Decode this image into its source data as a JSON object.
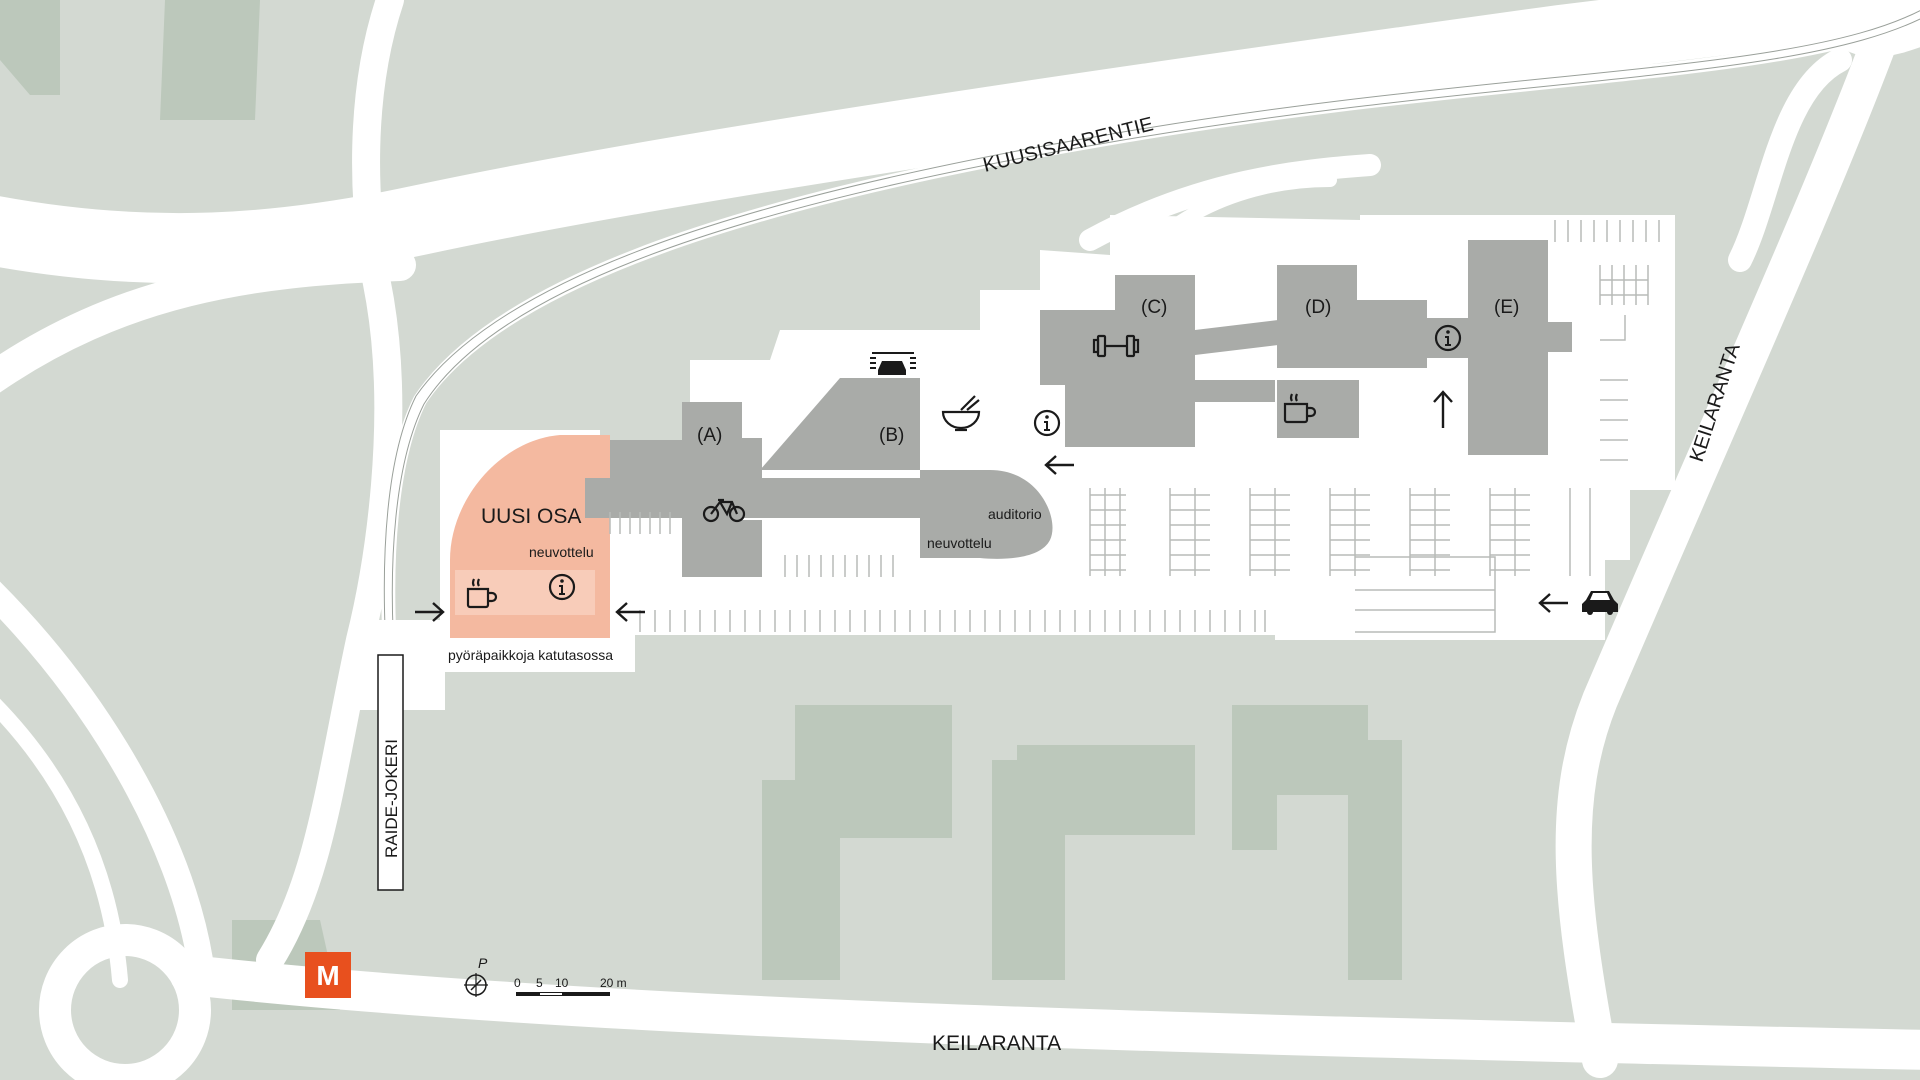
{
  "roads": {
    "kuusisaarentie": "KUUSISAARENTIE",
    "keilaranta_east": "KEILARANTA",
    "keilaranta_south": "KEILARANTA",
    "raide_jokeri": "RAIDE-JOKERI"
  },
  "buildings": {
    "new_part": "UUSI OSA",
    "a": "(A)",
    "b": "(B)",
    "c": "(C)",
    "d": "(D)",
    "e": "(E)"
  },
  "labels": {
    "neuvottelu_new": "neuvottelu",
    "neuvottelu_b": "neuvottelu",
    "auditorio": "auditorio",
    "bike_parking": "pyöräpaikkoja katutasossa"
  },
  "metro": {
    "letter": "M",
    "color": "#e8501e"
  },
  "scale": {
    "north": "P",
    "t0": "0",
    "t5": "5",
    "t10": "10",
    "t20": "20 m"
  },
  "colors": {
    "background": "#d3d9d2",
    "road": "#ffffff",
    "building": "#a9aba8",
    "new_part": "#f4b9a0",
    "parking_lines": "#b8bbb8",
    "green_block": "#bcc8bb"
  },
  "icons": [
    "coffee-icon",
    "info-icon",
    "bicycle-icon",
    "car-wash-icon",
    "bowl-icon",
    "gym-icon",
    "car-icon",
    "arrow-left-icon",
    "arrow-right-icon",
    "arrow-up-icon",
    "compass-icon",
    "metro-icon"
  ]
}
